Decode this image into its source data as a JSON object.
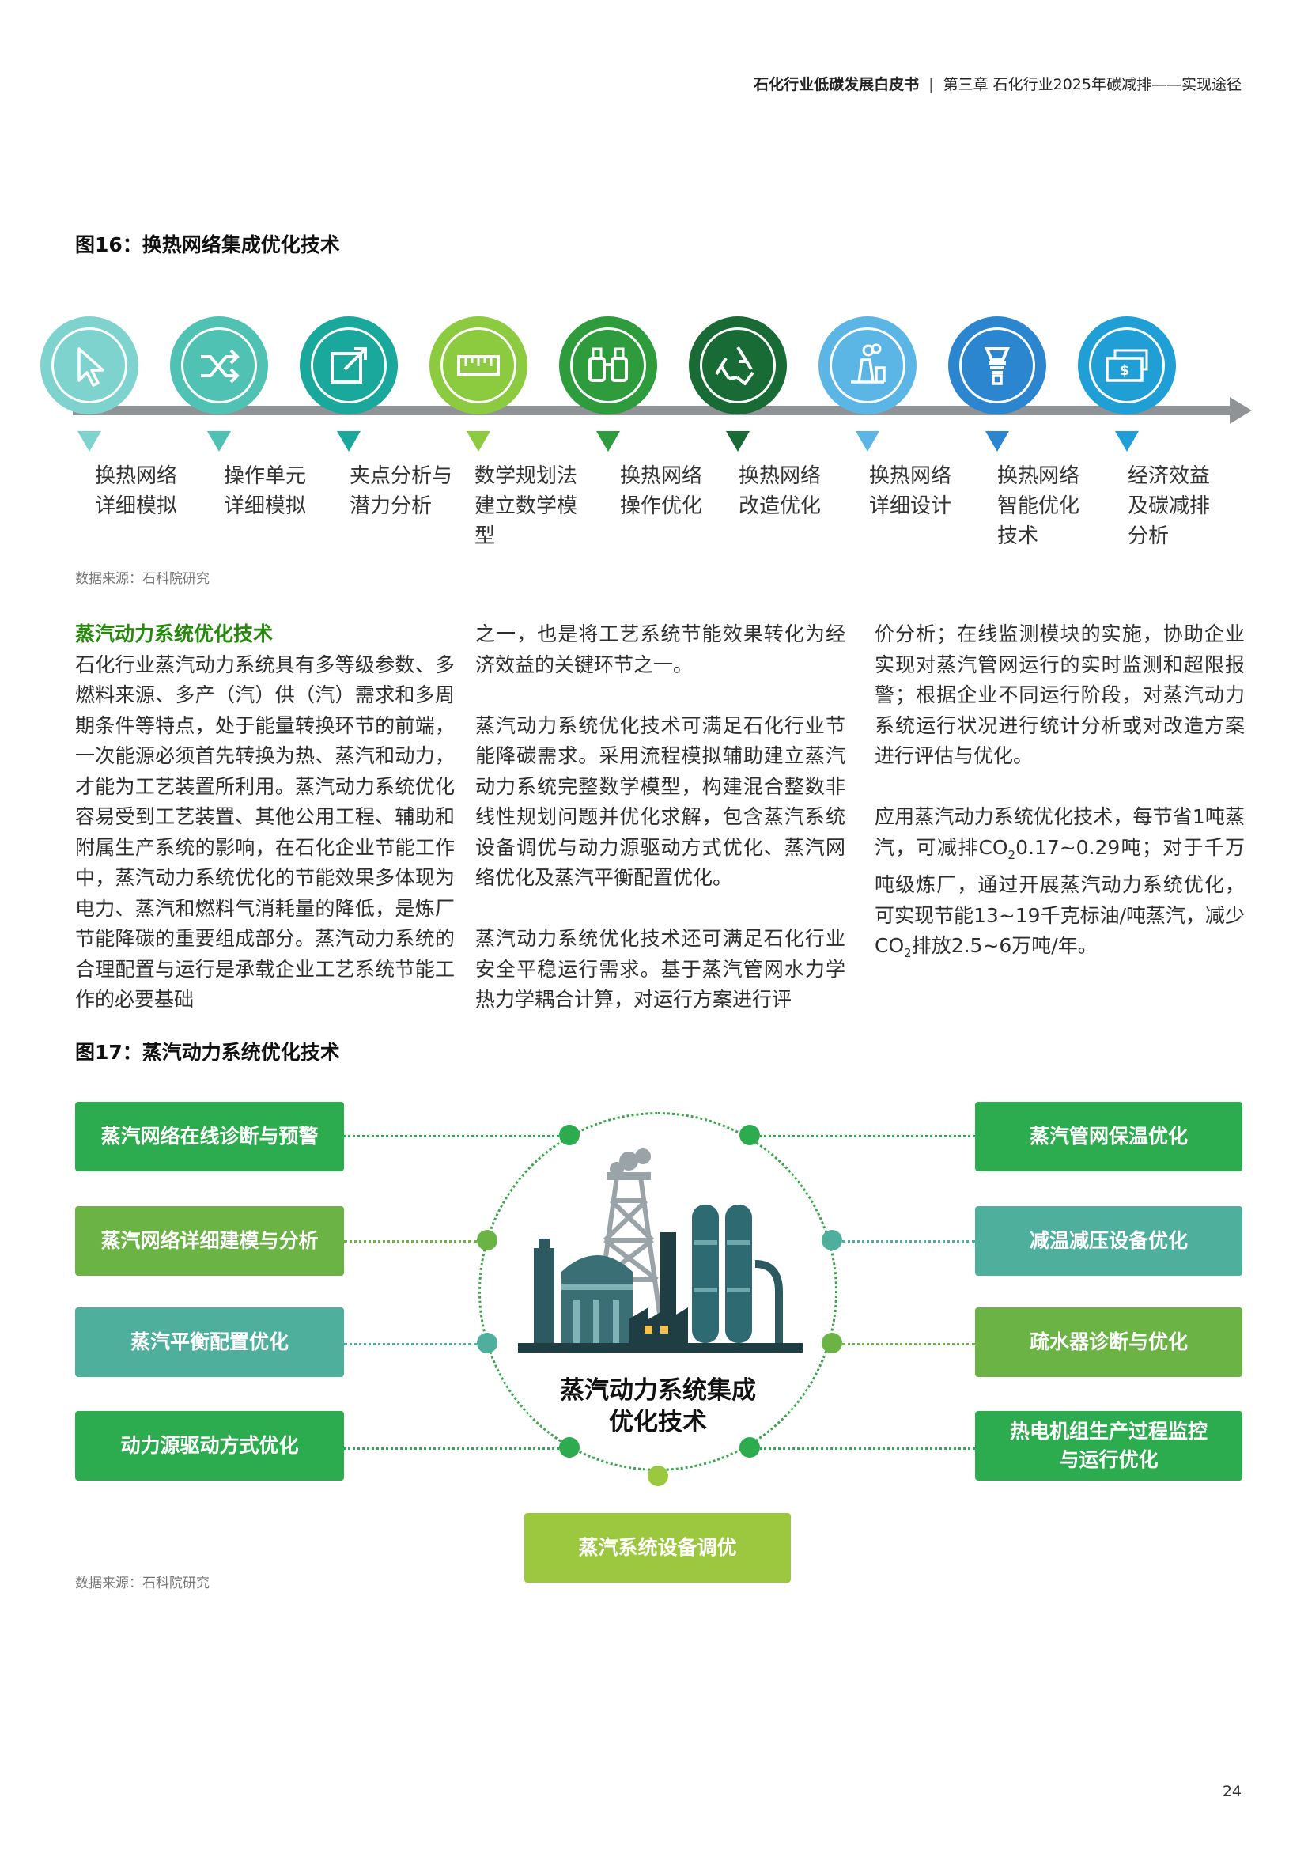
{
  "header": {
    "doc_title": "石化行业低碳发展白皮书",
    "separator": "|",
    "chapter": "第三章 石化行业2025年碳减排——实现途径"
  },
  "figure16": {
    "title": "图16：换热网络集成优化技术",
    "source": "数据来源：石科院研究",
    "steps": [
      {
        "label": "换热网络\n详细模拟",
        "icon": "cursor-icon",
        "color": "#7fd3cf",
        "tri_color": "#7fd3cf"
      },
      {
        "label": "操作单元\n详细模拟",
        "icon": "shuffle-icon",
        "color": "#4fc2b4",
        "tri_color": "#4fc2b4"
      },
      {
        "label": "夹点分析与\n潜力分析",
        "icon": "export-icon",
        "color": "#1aa79c",
        "tri_color": "#1aa79c"
      },
      {
        "label": "数学规划法\n建立数学模型",
        "icon": "ruler-icon",
        "color": "#8cca3f",
        "tri_color": "#8cca3f"
      },
      {
        "label": "换热网络\n操作优化",
        "icon": "binoculars-icon",
        "color": "#2e9b3c",
        "tri_color": "#2e9b3c"
      },
      {
        "label": "换热网络\n改造优化",
        "icon": "recycle-icon",
        "color": "#186b34",
        "tri_color": "#186b34"
      },
      {
        "label": "换热网络\n详细设计",
        "icon": "factory-icon",
        "color": "#5bb6e6",
        "tri_color": "#5bb6e6"
      },
      {
        "label": "换热网络\n智能优化\n技术",
        "icon": "lightbulb-icon",
        "color": "#2c86cf",
        "tri_color": "#2c86cf"
      },
      {
        "label": "经济效益\n及碳减排\n分析",
        "icon": "money-icon",
        "color": "#1f9fd6",
        "tri_color": "#1f9fd6"
      }
    ]
  },
  "body": {
    "section_heading": "蒸汽动力系统优化技术",
    "col1": "石化行业蒸汽动力系统具有多等级参数、多燃料来源、多产（汽）供（汽）需求和多周期条件等特点，处于能量转换环节的前端，一次能源必须首先转换为热、蒸汽和动力，才能为工艺装置所利用。蒸汽动力系统优化容易受到工艺装置、其他公用工程、辅助和附属生产系统的影响，在石化企业节能工作中，蒸汽动力系统优化的节能效果多体现为电力、蒸汽和燃料气消耗量的降低，是炼厂节能降碳的重要组成部分。蒸汽动力系统的合理配置与运行是承载企业工艺系统节能工作的必要基础",
    "col2_p1": "之一，也是将工艺系统节能效果转化为经济效益的关键环节之一。",
    "col2_p2": "蒸汽动力系统优化技术可满足石化行业节能降碳需求。采用流程模拟辅助建立蒸汽动力系统完整数学模型，构建混合整数非线性规划问题并优化求解，包含蒸汽系统设备调优与动力源驱动方式优化、蒸汽网络优化及蒸汽平衡配置优化。",
    "col2_p3": "蒸汽动力系统优化技术还可满足石化行业安全平稳运行需求。基于蒸汽管网水力学热力学耦合计算，对运行方案进行评",
    "col3_p1": "价分析；在线监测模块的实施，协助企业实现对蒸汽管网运行的实时监测和超限报警；根据企业不同运行阶段，对蒸汽动力系统运行状况进行统计分析或对改造方案进行评估与优化。",
    "col3_p2_a": "应用蒸汽动力系统优化技术，每节省1吨蒸汽，可减排CO",
    "col3_p2_sub1": "2",
    "col3_p2_b": "0.17~0.29吨；对于千万吨级炼厂，通过开展蒸汽动力系统优化，可实现节能13~19千克标油/吨蒸汽，减少CO",
    "col3_p2_sub2": "2",
    "col3_p2_c": "排放2.5~6万吨/年。"
  },
  "figure17": {
    "title": "图17：蒸汽动力系统优化技术",
    "source": "数据来源：石科院研究",
    "hub_title": "蒸汽动力系统集成\n优化技术",
    "left_boxes": [
      {
        "label": "蒸汽网络在线诊断与预警",
        "color": "#2dac4f"
      },
      {
        "label": "蒸汽网络详细建模与分析",
        "color": "#6ab344"
      },
      {
        "label": "蒸汽平衡配置优化",
        "color": "#4daf9c"
      },
      {
        "label": "动力源驱动方式优化",
        "color": "#2dac4f"
      }
    ],
    "right_boxes": [
      {
        "label": "蒸汽管网保温优化",
        "color": "#2dac4f"
      },
      {
        "label": "减温减压设备优化",
        "color": "#4daf9c"
      },
      {
        "label": "疏水器诊断与优化",
        "color": "#6ab344"
      },
      {
        "label": "热电机组生产过程监控\n与运行优化",
        "color": "#2dac4f"
      }
    ],
    "bottom_box": {
      "label": "蒸汽系统设备调优",
      "color": "#9cc83f"
    }
  },
  "page_number": "24"
}
